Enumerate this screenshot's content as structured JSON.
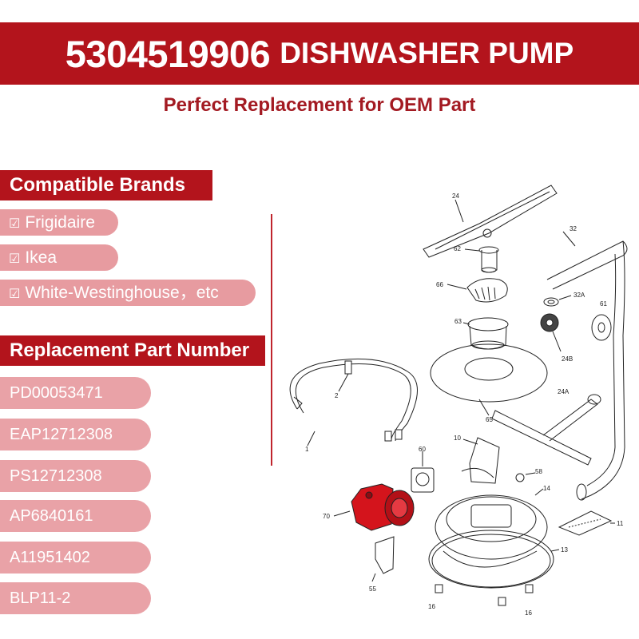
{
  "header": {
    "part_number": "5304519906",
    "part_type": "DISHWASHER PUMP",
    "subtitle": "Perfect Replacement for OEM Part"
  },
  "compatible_brands": {
    "title": "Compatible Brands",
    "check_glyph": "☑",
    "items": [
      "Frigidaire",
      "Ikea",
      "White-Westinghouse，etc"
    ]
  },
  "replacement_parts": {
    "title": "Replacement Part Number",
    "items": [
      "PD00053471",
      "EAP12712308",
      "PS12712308",
      "AP6840161",
      "A11951402",
      "BLP11-2"
    ]
  },
  "diagram": {
    "callouts": {
      "c24": "24",
      "c62": "62",
      "c32": "32",
      "c66": "66",
      "c32a": "32A",
      "c61": "61",
      "c63": "63",
      "c24b": "24B",
      "c2": "2",
      "c24a": "24A",
      "c65": "65",
      "c1": "1",
      "c10": "10",
      "c60": "60",
      "c58": "58",
      "c14": "14",
      "c70": "70",
      "c11": "11",
      "c13": "13",
      "c55": "55",
      "c16a": "16",
      "c16b": "16"
    },
    "colors": {
      "highlight": "#d4141c",
      "line": "#222222",
      "accent": "#b3141c"
    }
  }
}
